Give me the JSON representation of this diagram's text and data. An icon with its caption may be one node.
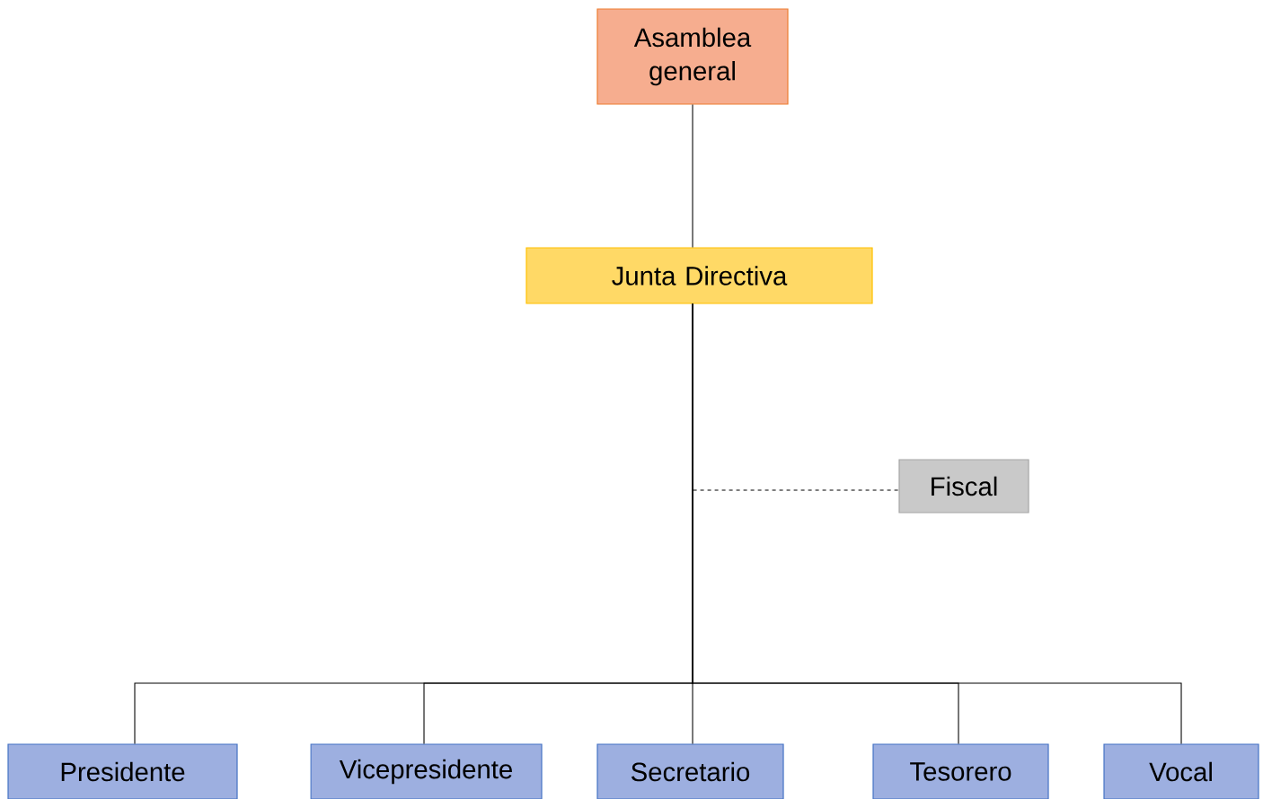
{
  "diagram": {
    "nodes": [
      {
        "text": [
          "Asamblea general"
        ]
      },
      {
        "text": [
          "Junta Directiva"
        ]
      },
      {
        "text": [
          "Fiscal"
        ]
      },
      {
        "text": [
          "Presidente"
        ]
      },
      {
        "text": [
          "Vicepresidente"
        ]
      },
      {
        "text": [
          "Secretario"
        ]
      },
      {
        "text": [
          "Tesorero"
        ]
      },
      {
        "text": [
          "Vocal"
        ]
      }
    ],
    "edges": [
      {
        "from": 0,
        "to": 1,
        "arrow": "none"
      },
      {
        "from": 1,
        "to": 2,
        "arrow": "none",
        "style": "dashed"
      },
      {
        "from": 1,
        "to": 3,
        "arrow": "none"
      },
      {
        "from": 1,
        "to": 4,
        "arrow": "none"
      },
      {
        "from": 1,
        "to": 5,
        "arrow": "none"
      },
      {
        "from": 1,
        "to": 6,
        "arrow": "none"
      },
      {
        "from": 1,
        "to": 7,
        "arrow": "none"
      }
    ]
  }
}
